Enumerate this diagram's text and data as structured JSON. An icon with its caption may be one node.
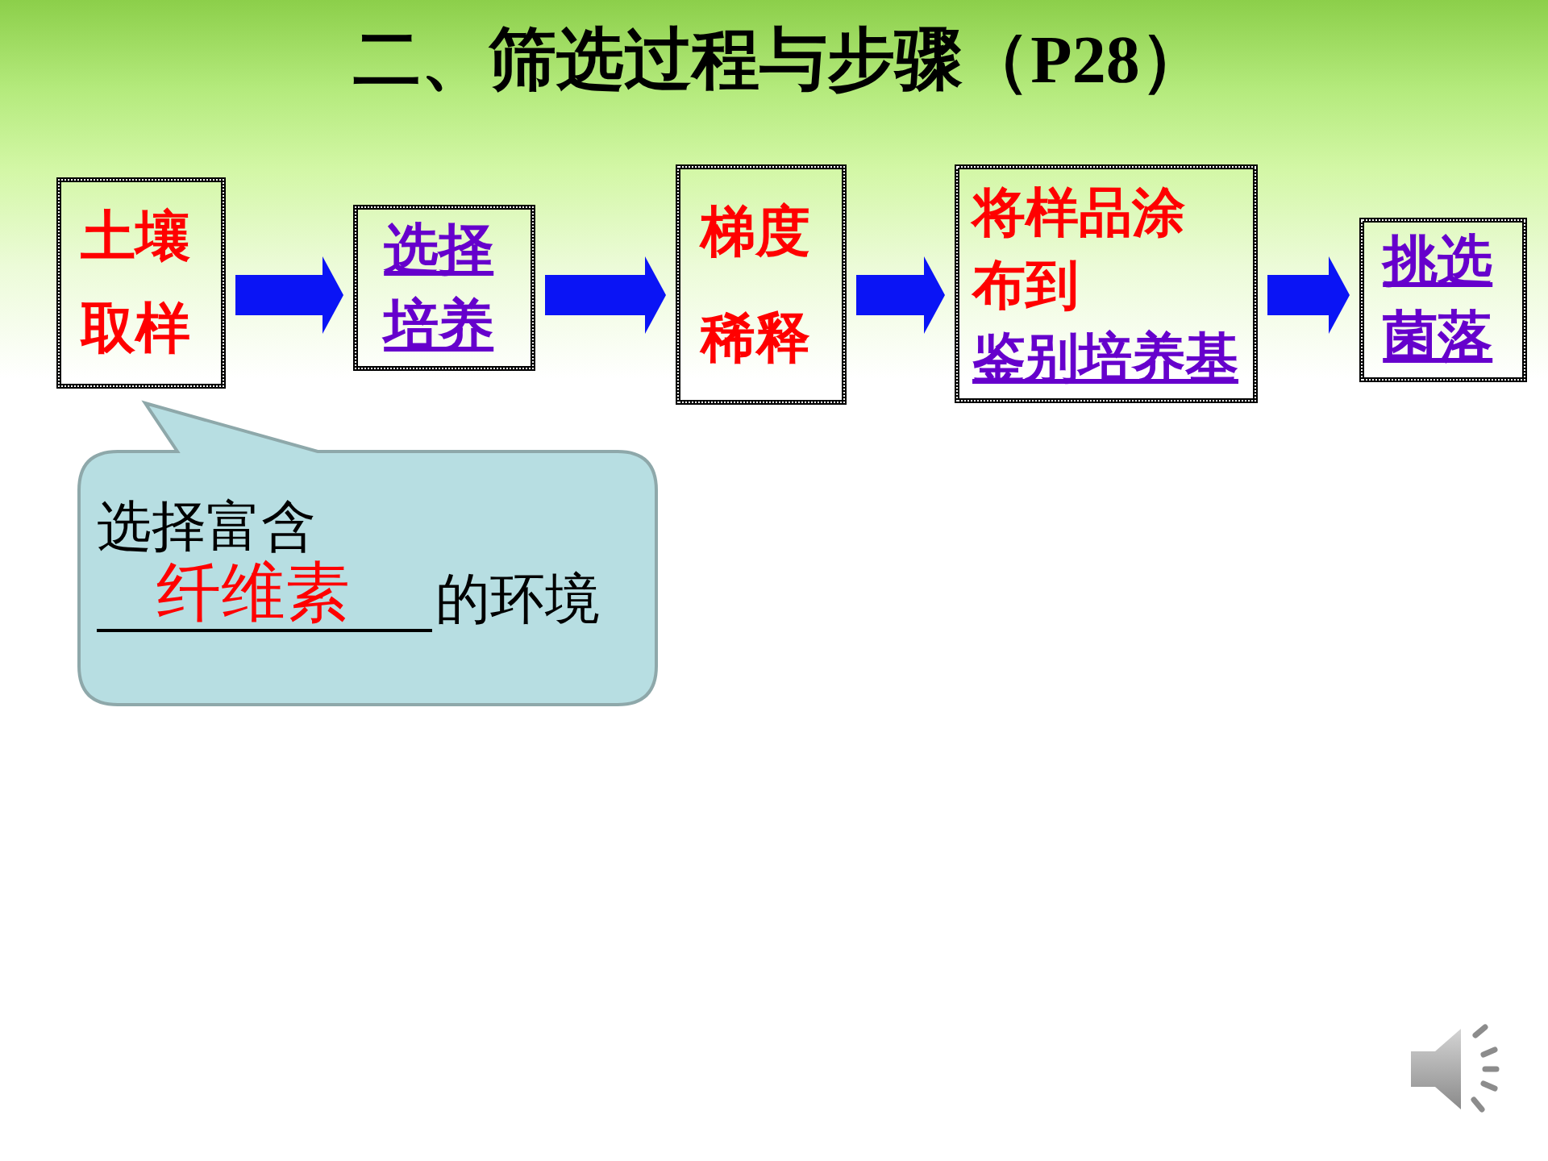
{
  "diagram": {
    "title": "二、筛选过程与步骤（P28）",
    "nodes": [
      {
        "text": [
          "土壤取样"
        ]
      },
      {
        "text": [
          "选择培养"
        ]
      },
      {
        "text": [
          "梯度稀释"
        ]
      },
      {
        "text": [
          "将样品涂布到",
          "鉴别培养基"
        ]
      },
      {
        "text": [
          "挑选菌落"
        ]
      },
      {
        "text": [
          "选择富含",
          "纤维素",
          "的环境"
        ]
      }
    ],
    "edges": [
      {
        "from": 0,
        "to": 1,
        "arrow": "to"
      },
      {
        "from": 1,
        "to": 2,
        "arrow": "to"
      },
      {
        "from": 2,
        "to": 3,
        "arrow": "to"
      },
      {
        "from": 3,
        "to": 4,
        "arrow": "to"
      }
    ]
  }
}
